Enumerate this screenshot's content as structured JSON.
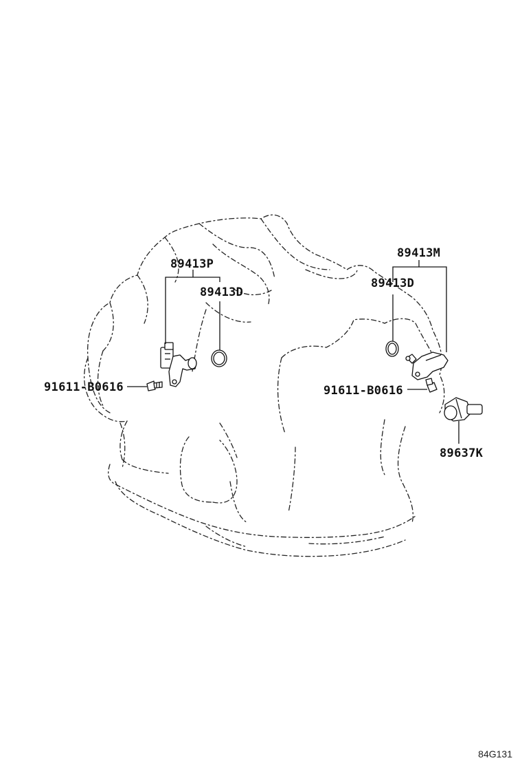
{
  "labels": {
    "sensor_left": "89413P",
    "oring_left": "89413D",
    "bolt_left": "91611-B0616",
    "sensor_right": "89413M",
    "oring_right": "89413D",
    "bolt_right": "91611-B0616",
    "speed_sensor": "89637K"
  },
  "diagram_code": "84G131"
}
